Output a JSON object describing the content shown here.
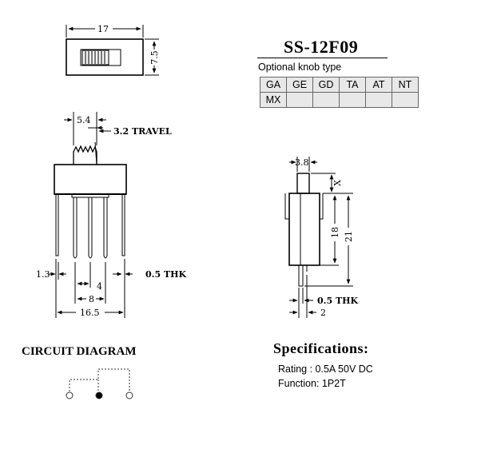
{
  "model": "SS-12F09",
  "knob_title": "Optional knob type",
  "knob_types": [
    [
      "GA",
      "GE",
      "GD",
      "TA",
      "AT",
      "NT"
    ],
    [
      "MX",
      "",
      "",
      "",
      "",
      ""
    ]
  ],
  "top_view": {
    "width_dim": "17",
    "height_dim": "7.5"
  },
  "front_view": {
    "knob_dim": "5.4",
    "travel": "3.2  TRAVEL",
    "pin_dim": "1.3",
    "thk": "0.5  THK",
    "pitch": "4",
    "span": "8",
    "overall": "16.5"
  },
  "side_view": {
    "top_dim": "3.8",
    "x_label": "X",
    "body_dim": "18",
    "total_dim": "21",
    "thk": "0.5  THK",
    "pin_dim": "2"
  },
  "circuit_title": "CIRCUIT DIAGRAM",
  "spec_title": "Specifications:",
  "spec_rating": "Rating : 0.5A 50V DC",
  "spec_function": "Function: 1P2T",
  "colors": {
    "ink": "#000000",
    "table_fill": "#e8e8e8",
    "table_border": "#666666",
    "circuit_dash": "#333333"
  }
}
